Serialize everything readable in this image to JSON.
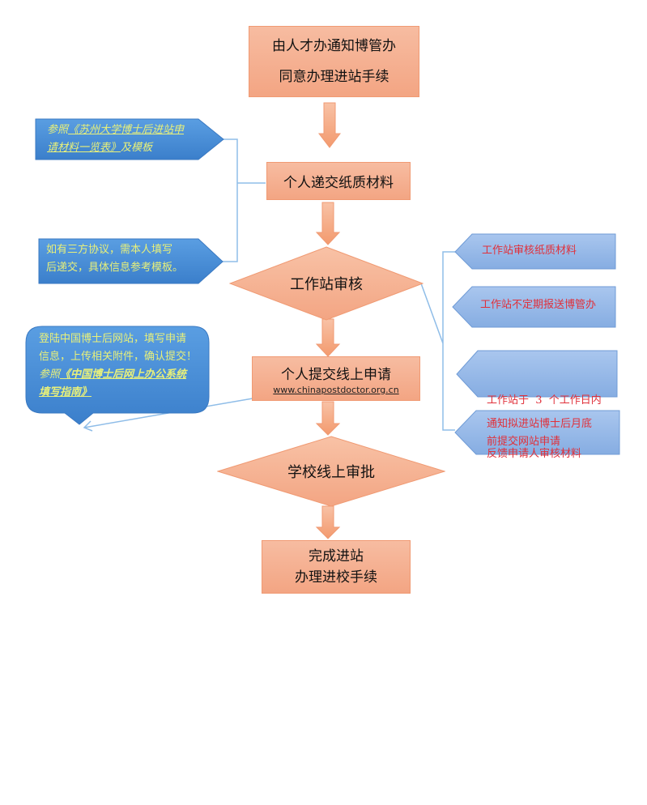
{
  "flow": {
    "step1": {
      "line1": "由人才办通知博管办",
      "line2": "同意办理进站手续"
    },
    "step2": {
      "label": "个人递交纸质材料"
    },
    "step3": {
      "label": "工作站审核"
    },
    "step4": {
      "label": "个人提交线上申请",
      "url": "www.chinapostdoctor.org.cn"
    },
    "step5": {
      "label": "学校线上审批"
    },
    "step6": {
      "line1": "完成进站",
      "line2": "办理进校手续"
    }
  },
  "left_notes": {
    "note1": {
      "prefix": "参照",
      "link_line1": "《苏州大学博士后进站申",
      "link_line2": "请材料一览表》",
      "suffix": "及模板"
    },
    "note2": {
      "line1": "如有三方协议，需本人填写",
      "line2": "后递交，具体信息参考模板。"
    },
    "note3": {
      "line1": "登陆中国博士后网站，填写申请",
      "line2": "信息，上传相关附件，确认提交！",
      "prefix": "参照",
      "link_line1": "《中国博士后网上办公系统",
      "link_line2": "填写指南》"
    }
  },
  "right_notes": {
    "note1": {
      "line1": "工作站审核纸质材料"
    },
    "note2": {
      "line1": "工作站不定期报送博管办"
    },
    "note3": {
      "line1": "工作站于  3  个工作日内",
      "line2": "反馈申请人审核材料"
    },
    "note4": {
      "line1": "通知拟进站博士后月底",
      "line2": "前提交网站申请"
    }
  },
  "colors": {
    "flow_fill": "#f4ab8a",
    "flow_border": "#f09a73",
    "note_blue": "#4a8fd6",
    "note_light_blue": "#8fb5e6",
    "note_text_yellow": "#e8f07a",
    "note_text_red": "#e0303a",
    "connector": "#8fbde8"
  }
}
